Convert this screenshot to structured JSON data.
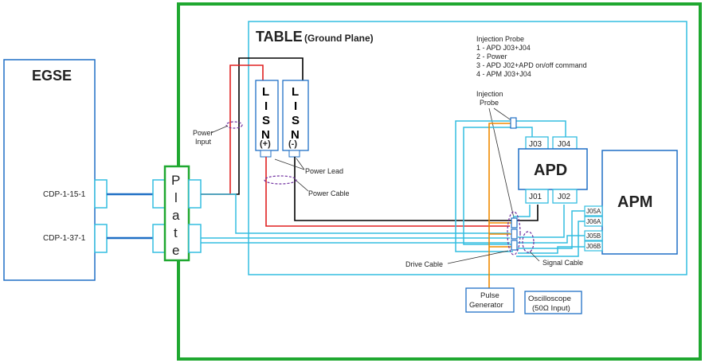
{
  "egse": {
    "title": "EGSE",
    "connector_top": "CDP-1-15-1",
    "connector_bottom": "CDP-1-37-1"
  },
  "plate": {
    "letters": [
      "P",
      "l",
      "a",
      "t",
      "e"
    ]
  },
  "table": {
    "title": "TABLE",
    "subtitle": "(Ground Plane)"
  },
  "lisn_plus": {
    "letters": [
      "L",
      "I",
      "S",
      "N"
    ],
    "sign": "(+)"
  },
  "lisn_minus": {
    "letters": [
      "L",
      "I",
      "S",
      "N"
    ],
    "sign": "(-)"
  },
  "labels": {
    "power_input_line1": "Power",
    "power_input_line2": "Input",
    "power_lead": "Power Lead",
    "power_cable": "Power Cable",
    "drive_cable": "Drive Cable",
    "signal_cable": "Signal Cable"
  },
  "injection_legend": {
    "title": "Injection Probe",
    "items": [
      "1 - APD J03+J04",
      "2 - Power",
      "3 - APD J02+APD on/off command",
      "4 - APM J03+J04"
    ]
  },
  "injection_probe": {
    "line1": "Injection",
    "line2": "Probe"
  },
  "apd": {
    "title": "APD",
    "j03": "J03",
    "j04": "J04",
    "j01": "J01",
    "j02": "J02"
  },
  "apm": {
    "title": "APM",
    "j05a": "J05A",
    "j06a": "J06A",
    "j05b": "J05B",
    "j06b": "J06B"
  },
  "pulse_generator": {
    "line1": "Pulse",
    "line2": "Generator"
  },
  "oscilloscope": {
    "line1": "Oscilloscope",
    "line2": "(50Ω Input)"
  },
  "colors": {
    "green_border": "#1fa830",
    "cyan": "#33bde0",
    "blue": "#1f6fc5",
    "red": "#e02020",
    "orange": "#f08a00",
    "purple": "#7030a0",
    "black": "#000000"
  }
}
